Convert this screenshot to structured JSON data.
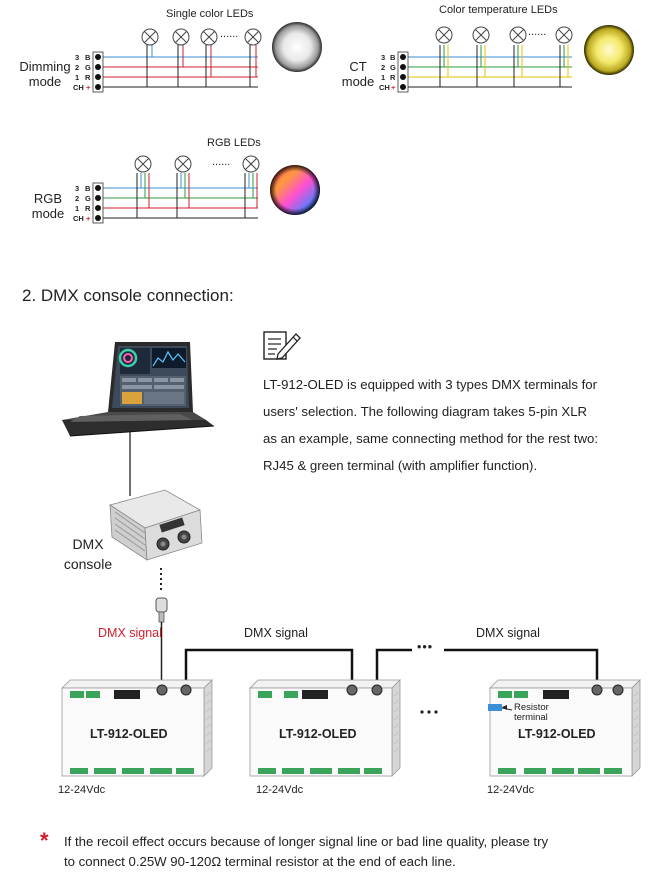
{
  "wiring": {
    "dimming": {
      "label_line1": "Dimming",
      "label_line2": "mode",
      "led_title": "Single color LEDs",
      "pins": [
        "3",
        "2",
        "1",
        "CH"
      ],
      "pin_letters": [
        "B",
        "G",
        "R",
        "+"
      ],
      "dots": "......"
    },
    "ct": {
      "label_line1": "CT",
      "label_line2": "mode",
      "led_title": "Color temperature LEDs",
      "pins": [
        "3",
        "2",
        "1",
        "CH"
      ],
      "pin_letters": [
        "B",
        "G",
        "R",
        "+"
      ],
      "dots": "......"
    },
    "rgb": {
      "label_line1": "RGB",
      "label_line2": "mode",
      "led_title": "RGB LEDs",
      "pins": [
        "3",
        "2",
        "1",
        "CH"
      ],
      "pin_letters": [
        "B",
        "G",
        "R",
        "+"
      ],
      "dots": "......"
    }
  },
  "section": {
    "heading": "2. DMX console connection:",
    "paragraph": [
      "LT-912-OLED is equipped with 3 types DMX terminals for",
      "users' selection. The following diagram takes 5-pin XLR",
      "as an example, same connecting method for the rest two:",
      "RJ45 & green terminal (with amplifier function)."
    ]
  },
  "console": {
    "label_line1": "DMX",
    "label_line2": "console"
  },
  "signals": {
    "first": "DMX signal",
    "second": "DMX signal",
    "third": "DMX signal",
    "ellipsis": "•••"
  },
  "devices": [
    {
      "name": "LT-912-OLED",
      "voltage": "12-24Vdc"
    },
    {
      "name": "LT-912-OLED",
      "voltage": "12-24Vdc"
    },
    {
      "name": "LT-912-OLED",
      "voltage": "12-24Vdc"
    }
  ],
  "resistor": {
    "line1": "Resistor",
    "line2": "terminal"
  },
  "note": {
    "line1": "If the recoil effect occurs because of longer signal line or bad line quality, please try",
    "line2": "to connect 0.25W 90-120Ω terminal resistor at the end of each line."
  },
  "colors": {
    "red_wire": "#d11d2b",
    "green_wire": "#2e9b3e",
    "blue_wire": "#3b8fd6",
    "yellow_wire": "#e5c200",
    "black_wire": "#222222"
  }
}
